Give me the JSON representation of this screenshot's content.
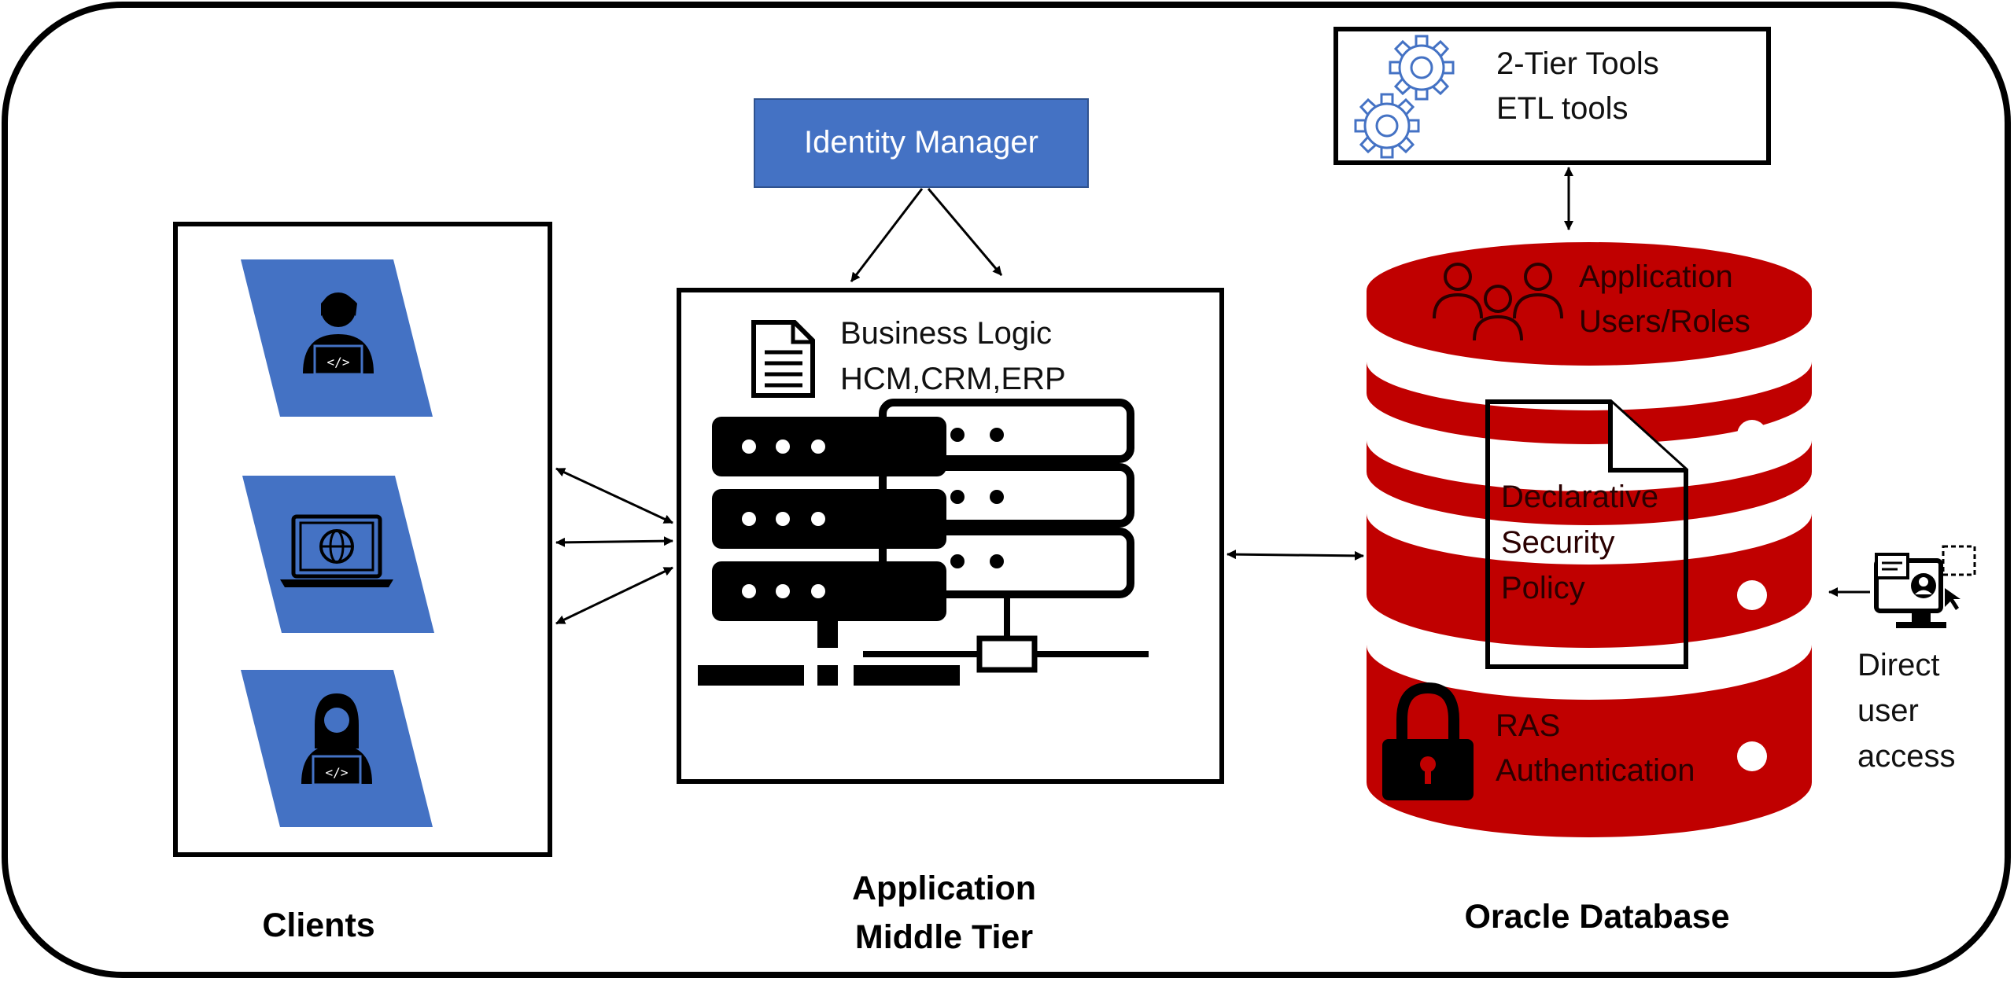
{
  "labels": {
    "identity_manager": "Identity Manager",
    "tools_line1": "2-Tier Tools",
    "tools_line2": "ETL tools",
    "business_logic_line1": "Business Logic",
    "business_logic_line2": "HCM,CRM,ERP",
    "app_users_line1": "Application",
    "app_users_line2": "Users/Roles",
    "policy_line1": "Declarative",
    "policy_line2": "Security",
    "policy_line3": "Policy",
    "ras_line1": "RAS",
    "ras_line2": "Authentication",
    "direct_line1": "Direct",
    "direct_line2": "user",
    "direct_line3": "access",
    "clients_title": "Clients",
    "middle_title_line1": "Application",
    "middle_title_line2": "Middle Tier",
    "database_title": "Oracle Database"
  },
  "icons": {
    "client_1": "developer-user-icon",
    "client_2": "laptop-globe-icon",
    "client_3": "developer-user-icon",
    "business_doc": "document-icon",
    "servers": "server-rack-icon",
    "tools": "gears-icon",
    "users": "user-group-icon",
    "lock": "lock-icon",
    "direct_access": "monitor-user-icon"
  },
  "colors": {
    "accent_blue": "#4472c4",
    "database_red": "#c00000",
    "outline": "#000000",
    "background": "#ffffff"
  }
}
